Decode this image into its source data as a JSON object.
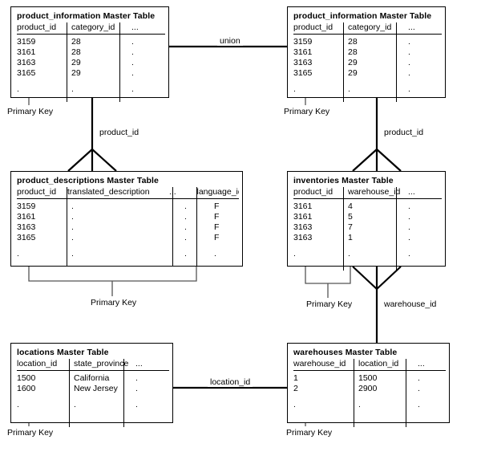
{
  "diagram": {
    "title_suffix": "Master Table",
    "primary_key_label": "Primary Key",
    "ellipsis": "...",
    "dot": "."
  },
  "tables": {
    "product_information_left": {
      "name": "product_information Master Table",
      "columns": [
        "product_id",
        "category_id",
        "..."
      ],
      "rows": [
        [
          "3159",
          "28",
          "."
        ],
        [
          "3161",
          "28",
          "."
        ],
        [
          "3163",
          "29",
          "."
        ],
        [
          "3165",
          "29",
          "."
        ],
        [
          ".",
          ".",
          "."
        ]
      ],
      "primary_key": "Primary Key"
    },
    "product_information_right": {
      "name": "product_information Master Table",
      "columns": [
        "product_id",
        "category_id",
        "..."
      ],
      "rows": [
        [
          "3159",
          "28",
          "."
        ],
        [
          "3161",
          "28",
          "."
        ],
        [
          "3163",
          "29",
          "."
        ],
        [
          "3165",
          "29",
          "."
        ],
        [
          ".",
          ".",
          "."
        ]
      ],
      "primary_key": "Primary Key"
    },
    "product_descriptions": {
      "name": "product_descriptions Master Table",
      "columns": [
        "product_id",
        "translated_description",
        "...",
        "language_id"
      ],
      "rows": [
        [
          "3159",
          ".",
          ".",
          "F"
        ],
        [
          "3161",
          ".",
          ".",
          "F"
        ],
        [
          "3163",
          ".",
          ".",
          "F"
        ],
        [
          "3165",
          ".",
          ".",
          "F"
        ],
        [
          ".",
          ".",
          ".",
          "."
        ]
      ],
      "primary_key": "Primary Key"
    },
    "inventories": {
      "name": "inventories Master Table",
      "columns": [
        "product_id",
        "warehouse_id",
        "..."
      ],
      "rows": [
        [
          "3161",
          "4",
          "."
        ],
        [
          "3161",
          "5",
          "."
        ],
        [
          "3163",
          "7",
          "."
        ],
        [
          "3163",
          "1",
          "."
        ],
        [
          ".",
          ".",
          "."
        ]
      ],
      "primary_key": "Primary Key"
    },
    "locations": {
      "name": "locations Master Table",
      "columns": [
        "location_id",
        "state_province",
        "..."
      ],
      "rows": [
        [
          "1500",
          "California",
          "."
        ],
        [
          "1600",
          "New Jersey",
          "."
        ],
        [
          ".",
          ".",
          "."
        ]
      ],
      "primary_key": "Primary Key"
    },
    "warehouses": {
      "name": "warehouses Master Table",
      "columns": [
        "warehouse_id",
        "location_id",
        "..."
      ],
      "rows": [
        [
          "1",
          "1500",
          "."
        ],
        [
          "2",
          "2900",
          "."
        ],
        [
          ".",
          ".",
          "."
        ]
      ],
      "primary_key": "Primary Key"
    }
  },
  "relationships": {
    "union": "union",
    "product_id_left": "product_id",
    "product_id_right": "product_id",
    "warehouse_id": "warehouse_id",
    "location_id": "location_id"
  },
  "colors": {
    "line": "#000000",
    "bracket": "#808080",
    "background": "#ffffff",
    "text": "#000000"
  }
}
